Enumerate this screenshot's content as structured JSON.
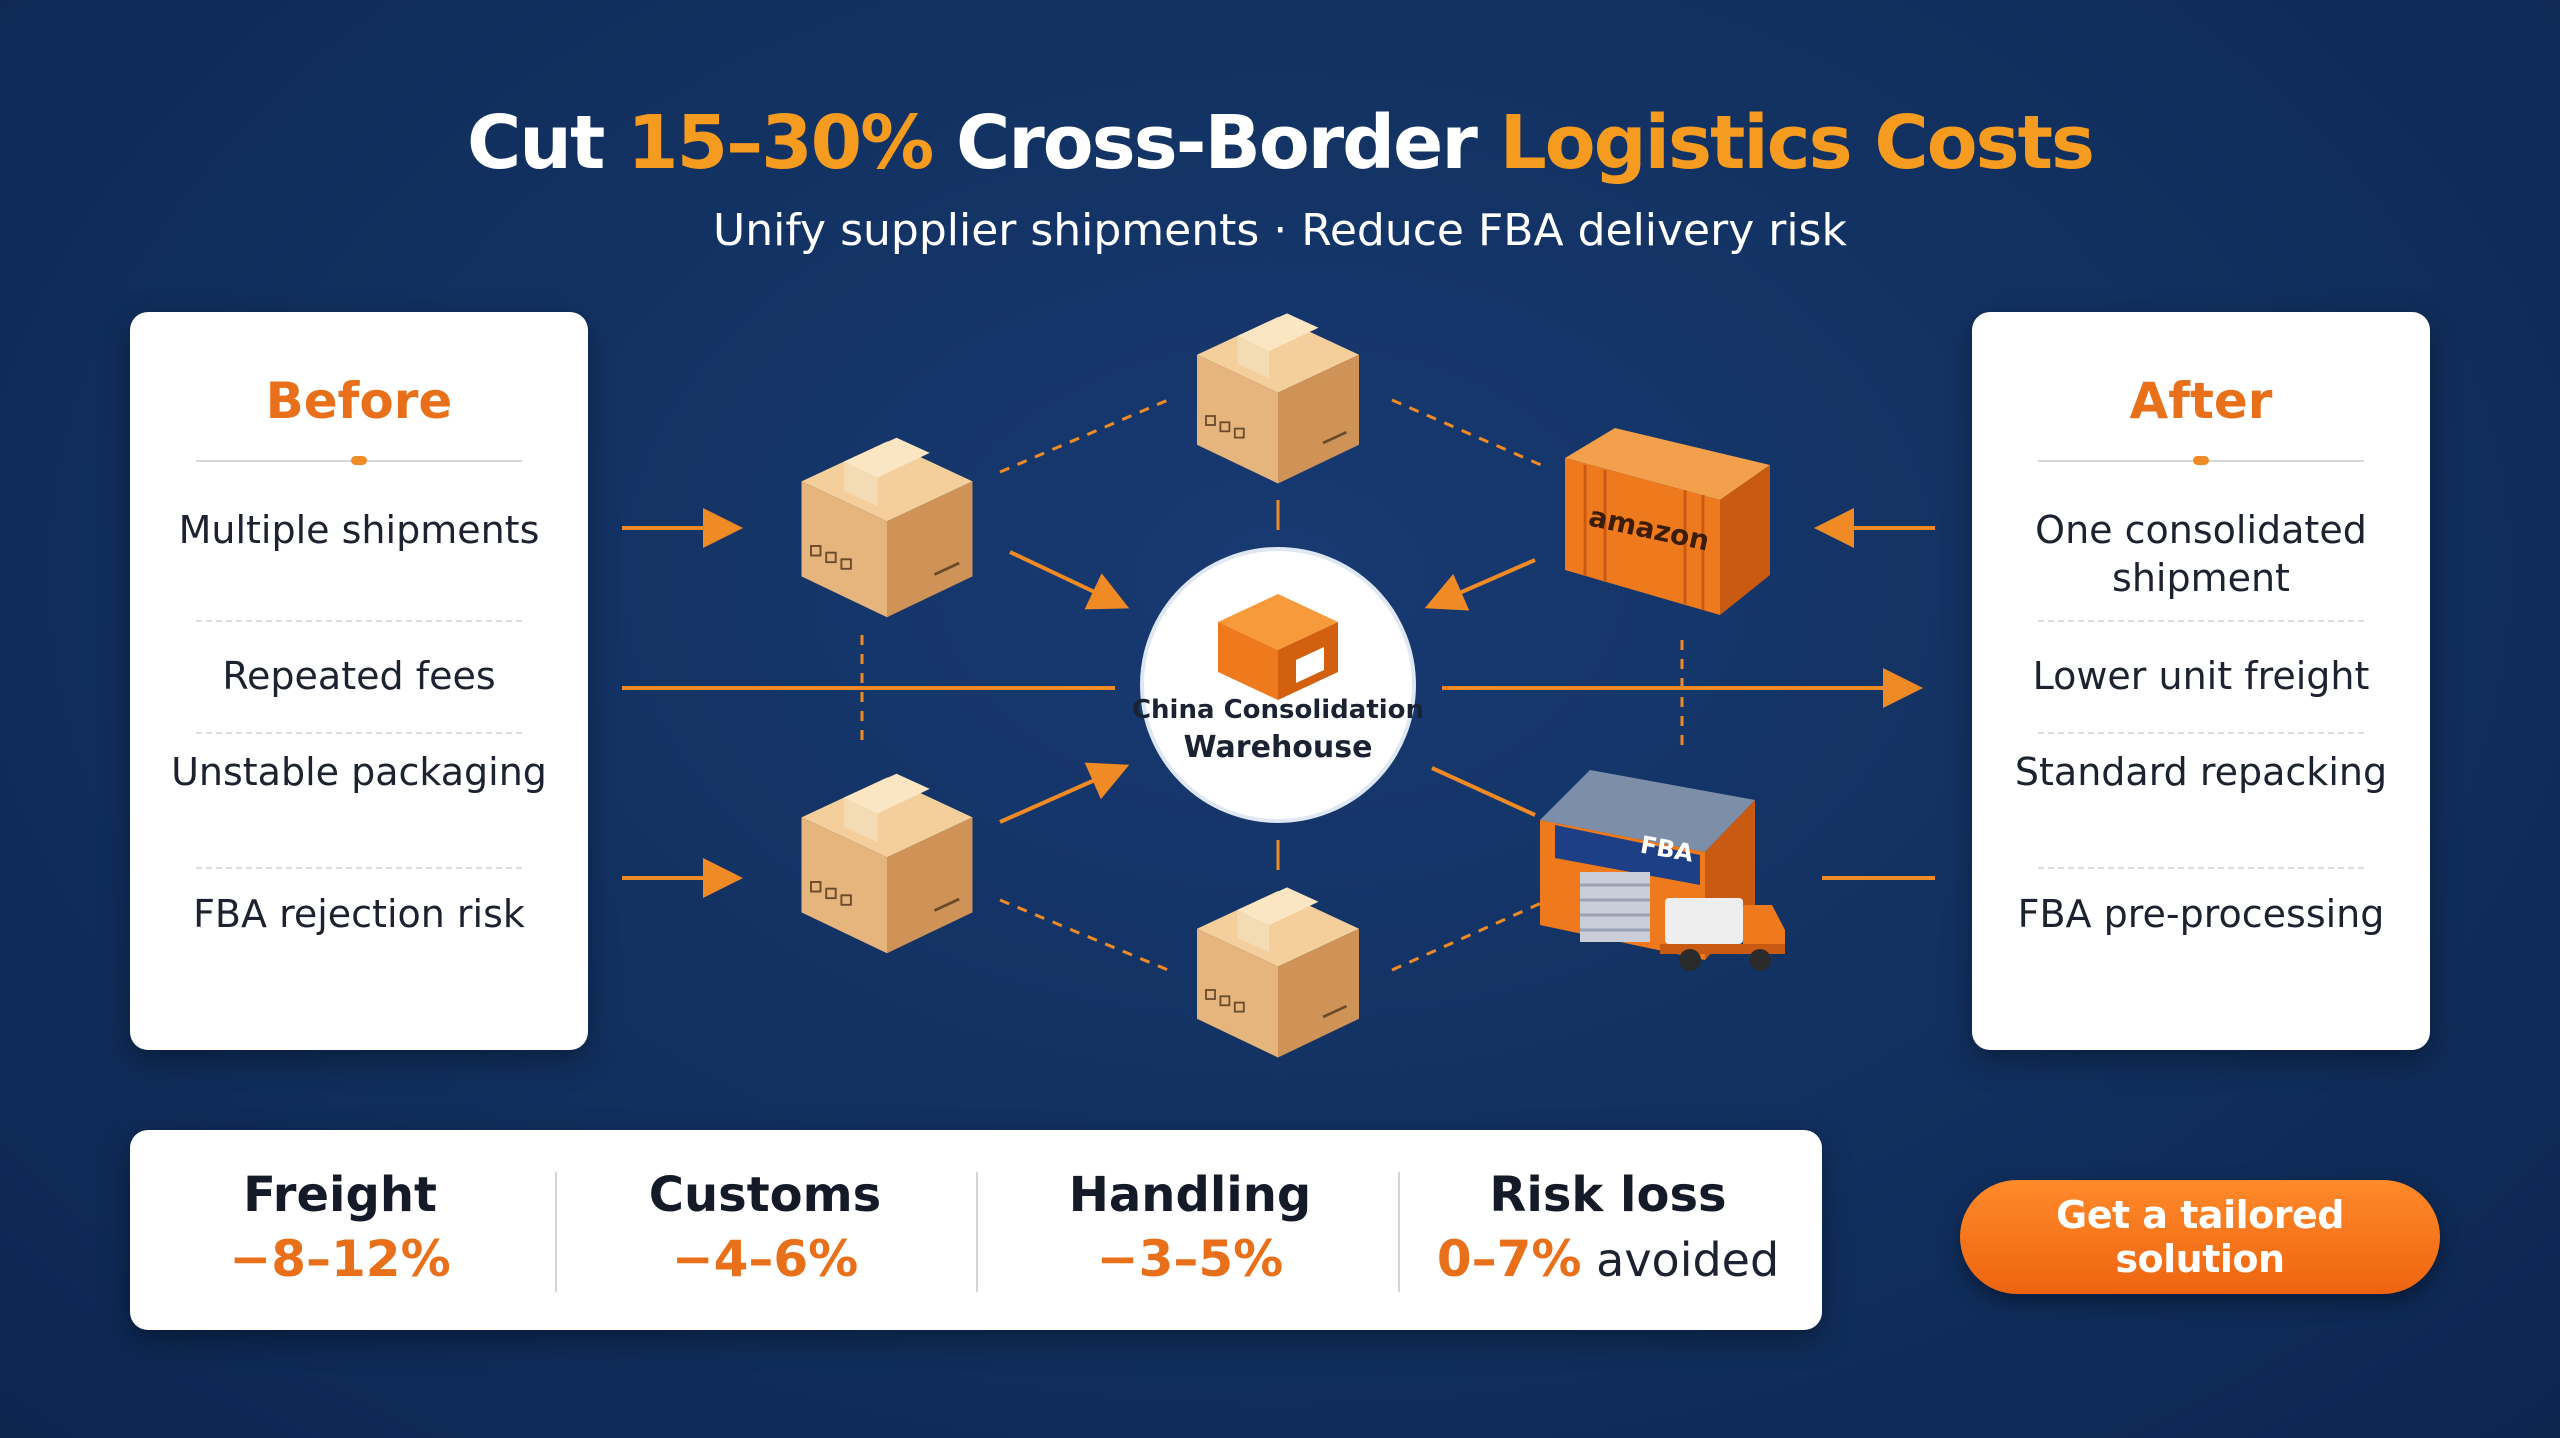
{
  "header": {
    "title_parts": [
      "Cut ",
      "15–30%",
      " Cross-Border ",
      "Logistics Costs"
    ],
    "subtitle": "Unify supplier shipments · Reduce FBA delivery risk"
  },
  "before": {
    "title": "Before",
    "items": [
      "Multiple shipments",
      "Repeated fees",
      "Unstable packaging",
      "FBA rejection risk"
    ]
  },
  "after": {
    "title": "After",
    "items": [
      "One consolidated shipment",
      "Lower unit freight",
      "Standard repacking",
      "FBA pre-processing"
    ]
  },
  "hub": {
    "line1": "China Consolidation",
    "line2": "Warehouse"
  },
  "container_label": "amazon",
  "fba_building_label": "FBA",
  "stats": [
    {
      "label": "Freight",
      "value": "−8–12%",
      "suffix": ""
    },
    {
      "label": "Customs",
      "value": "−4–6%",
      "suffix": ""
    },
    {
      "label": "Handling",
      "value": "−3–5%",
      "suffix": ""
    },
    {
      "label": "Risk loss",
      "value": "0–7%",
      "suffix": " avoided"
    }
  ],
  "cta": {
    "label": "Get a tailored solution"
  },
  "colors": {
    "accent": "#f59b1f",
    "orange": "#e8701a",
    "background": "#11305f",
    "box": "#e6b57d"
  }
}
